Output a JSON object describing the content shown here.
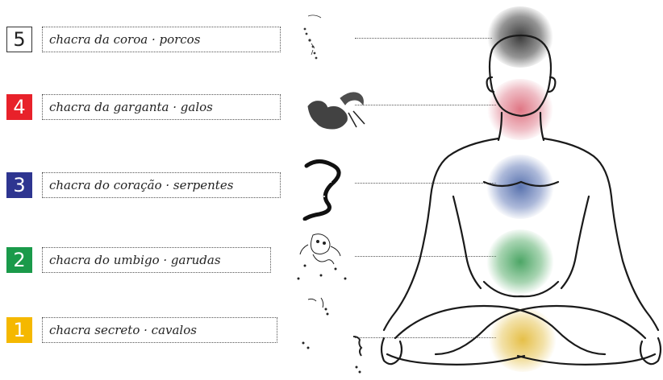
{
  "chakras": [
    {
      "number": "5",
      "label": "chacra da coroa · porcos",
      "color": "#ffffff",
      "number_color": "#222222",
      "glow_color": "#333333",
      "animal_icon": "pig-icon"
    },
    {
      "number": "4",
      "label": "chacra da garganta · galos",
      "color": "#e8212a",
      "number_color": "#ffffff",
      "glow_color": "#d23a4a",
      "animal_icon": "rooster-icon"
    },
    {
      "number": "3",
      "label": "chacra do coração · serpentes",
      "color": "#2e3590",
      "number_color": "#ffffff",
      "glow_color": "#3e5aa0",
      "animal_icon": "snake-icon"
    },
    {
      "number": "2",
      "label": "chacra do umbigo · garudas",
      "color": "#1a9a4a",
      "number_color": "#ffffff",
      "glow_color": "#2e9a4a",
      "animal_icon": "garuda-icon"
    },
    {
      "number": "1",
      "label": "chacra secreto · cavalos",
      "color": "#f5b800",
      "number_color": "#ffffff",
      "glow_color": "#e0b020",
      "animal_icon": "horse-icon"
    }
  ]
}
